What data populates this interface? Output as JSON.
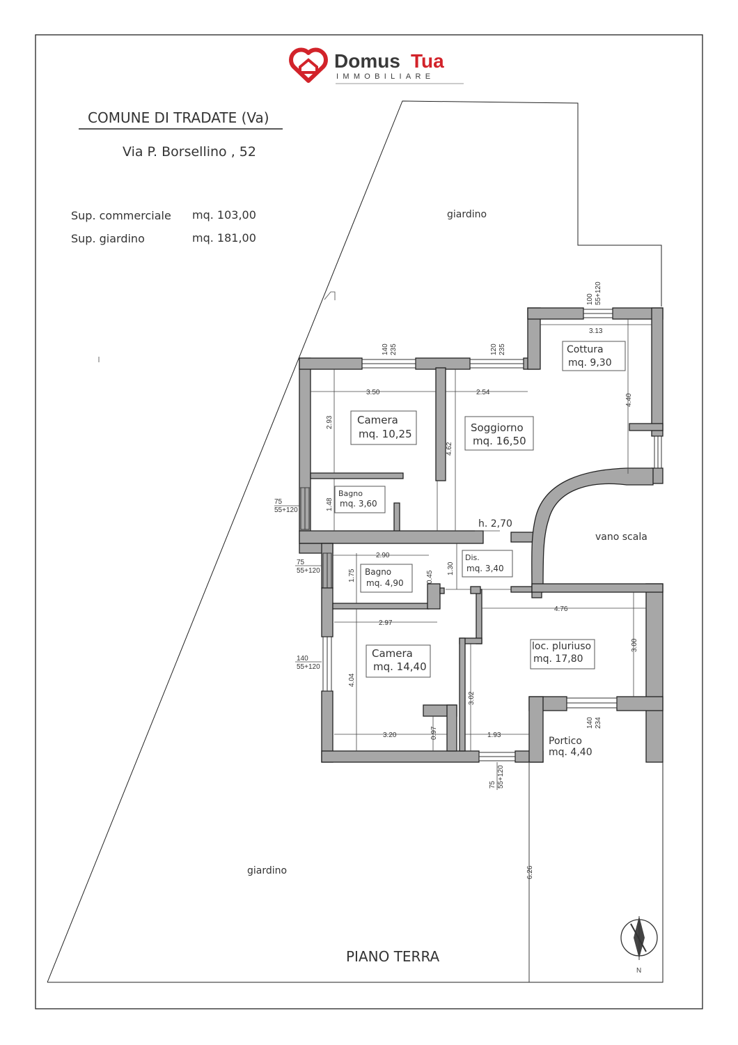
{
  "brand": {
    "name_part1": "Domus",
    "name_part2": "Tua",
    "tagline": "IMMOBILIARE",
    "color_dark": "#3a3a3a",
    "color_red": "#d2232a"
  },
  "header": {
    "municipality": "COMUNE DI  TRADATE (Va)",
    "address": "Via P. Borsellino , 52"
  },
  "areas": [
    {
      "label": "Sup. commerciale",
      "value": "mq. 103,00"
    },
    {
      "label": "Sup. giardino",
      "value": "mq. 181,00"
    }
  ],
  "rooms": {
    "cottura": {
      "name": "Cottura",
      "area": "mq. 9,30"
    },
    "soggiorno": {
      "name": "Soggiorno",
      "area": "mq. 16,50"
    },
    "camera1": {
      "name": "Camera",
      "area": "mq. 10,25"
    },
    "bagno1": {
      "name": "Bagno",
      "area": "mq. 3,60"
    },
    "dis": {
      "name": "Dis.",
      "area": "mq. 3,40"
    },
    "bagno2": {
      "name": "Bagno",
      "area": "mq. 4,90"
    },
    "camera2": {
      "name": "Camera",
      "area": "mq. 14,40"
    },
    "loc": {
      "name": "loc. pluriuso",
      "area": "mq. 17,80"
    },
    "portico": {
      "name": "Portico",
      "area": "mq. 4,40"
    }
  },
  "labels": {
    "garden_top": "giardino",
    "garden_bottom": "giardino",
    "stair": "vano scala",
    "height": "h. 2,70",
    "floor": "PIANO TERRA",
    "north": "N"
  },
  "dimensions": {
    "d_313": "3.13",
    "d_350": "3.50",
    "d_254": "2.54",
    "d_440": "4.40",
    "d_293": "2.93",
    "d_462": "4.62",
    "d_148": "1.48",
    "d_290": "2.90",
    "d_175": "1.75",
    "d_130": "1.30",
    "d_045": "0.45",
    "d_476": "4.76",
    "d_297": "2.97",
    "d_300": "3.00",
    "d_404": "4.04",
    "d_302": "3.02",
    "d_320": "3.20",
    "d_097": "0.97",
    "d_193": "1.93",
    "d_626": "6.26"
  },
  "windows": {
    "w1_a": "140",
    "w1_b": "235",
    "w2_a": "120",
    "w2_b": "235",
    "w3_a": "100",
    "w3_b": "55+120",
    "w4_a": "75",
    "w4_b": "55+120",
    "w5_a": "75",
    "w5_b": "55+120",
    "w6_a": "140",
    "w6_b": "55+120",
    "w7_a": "140",
    "w7_b": "234",
    "w8_a": "75",
    "w8_b": "55+120"
  }
}
